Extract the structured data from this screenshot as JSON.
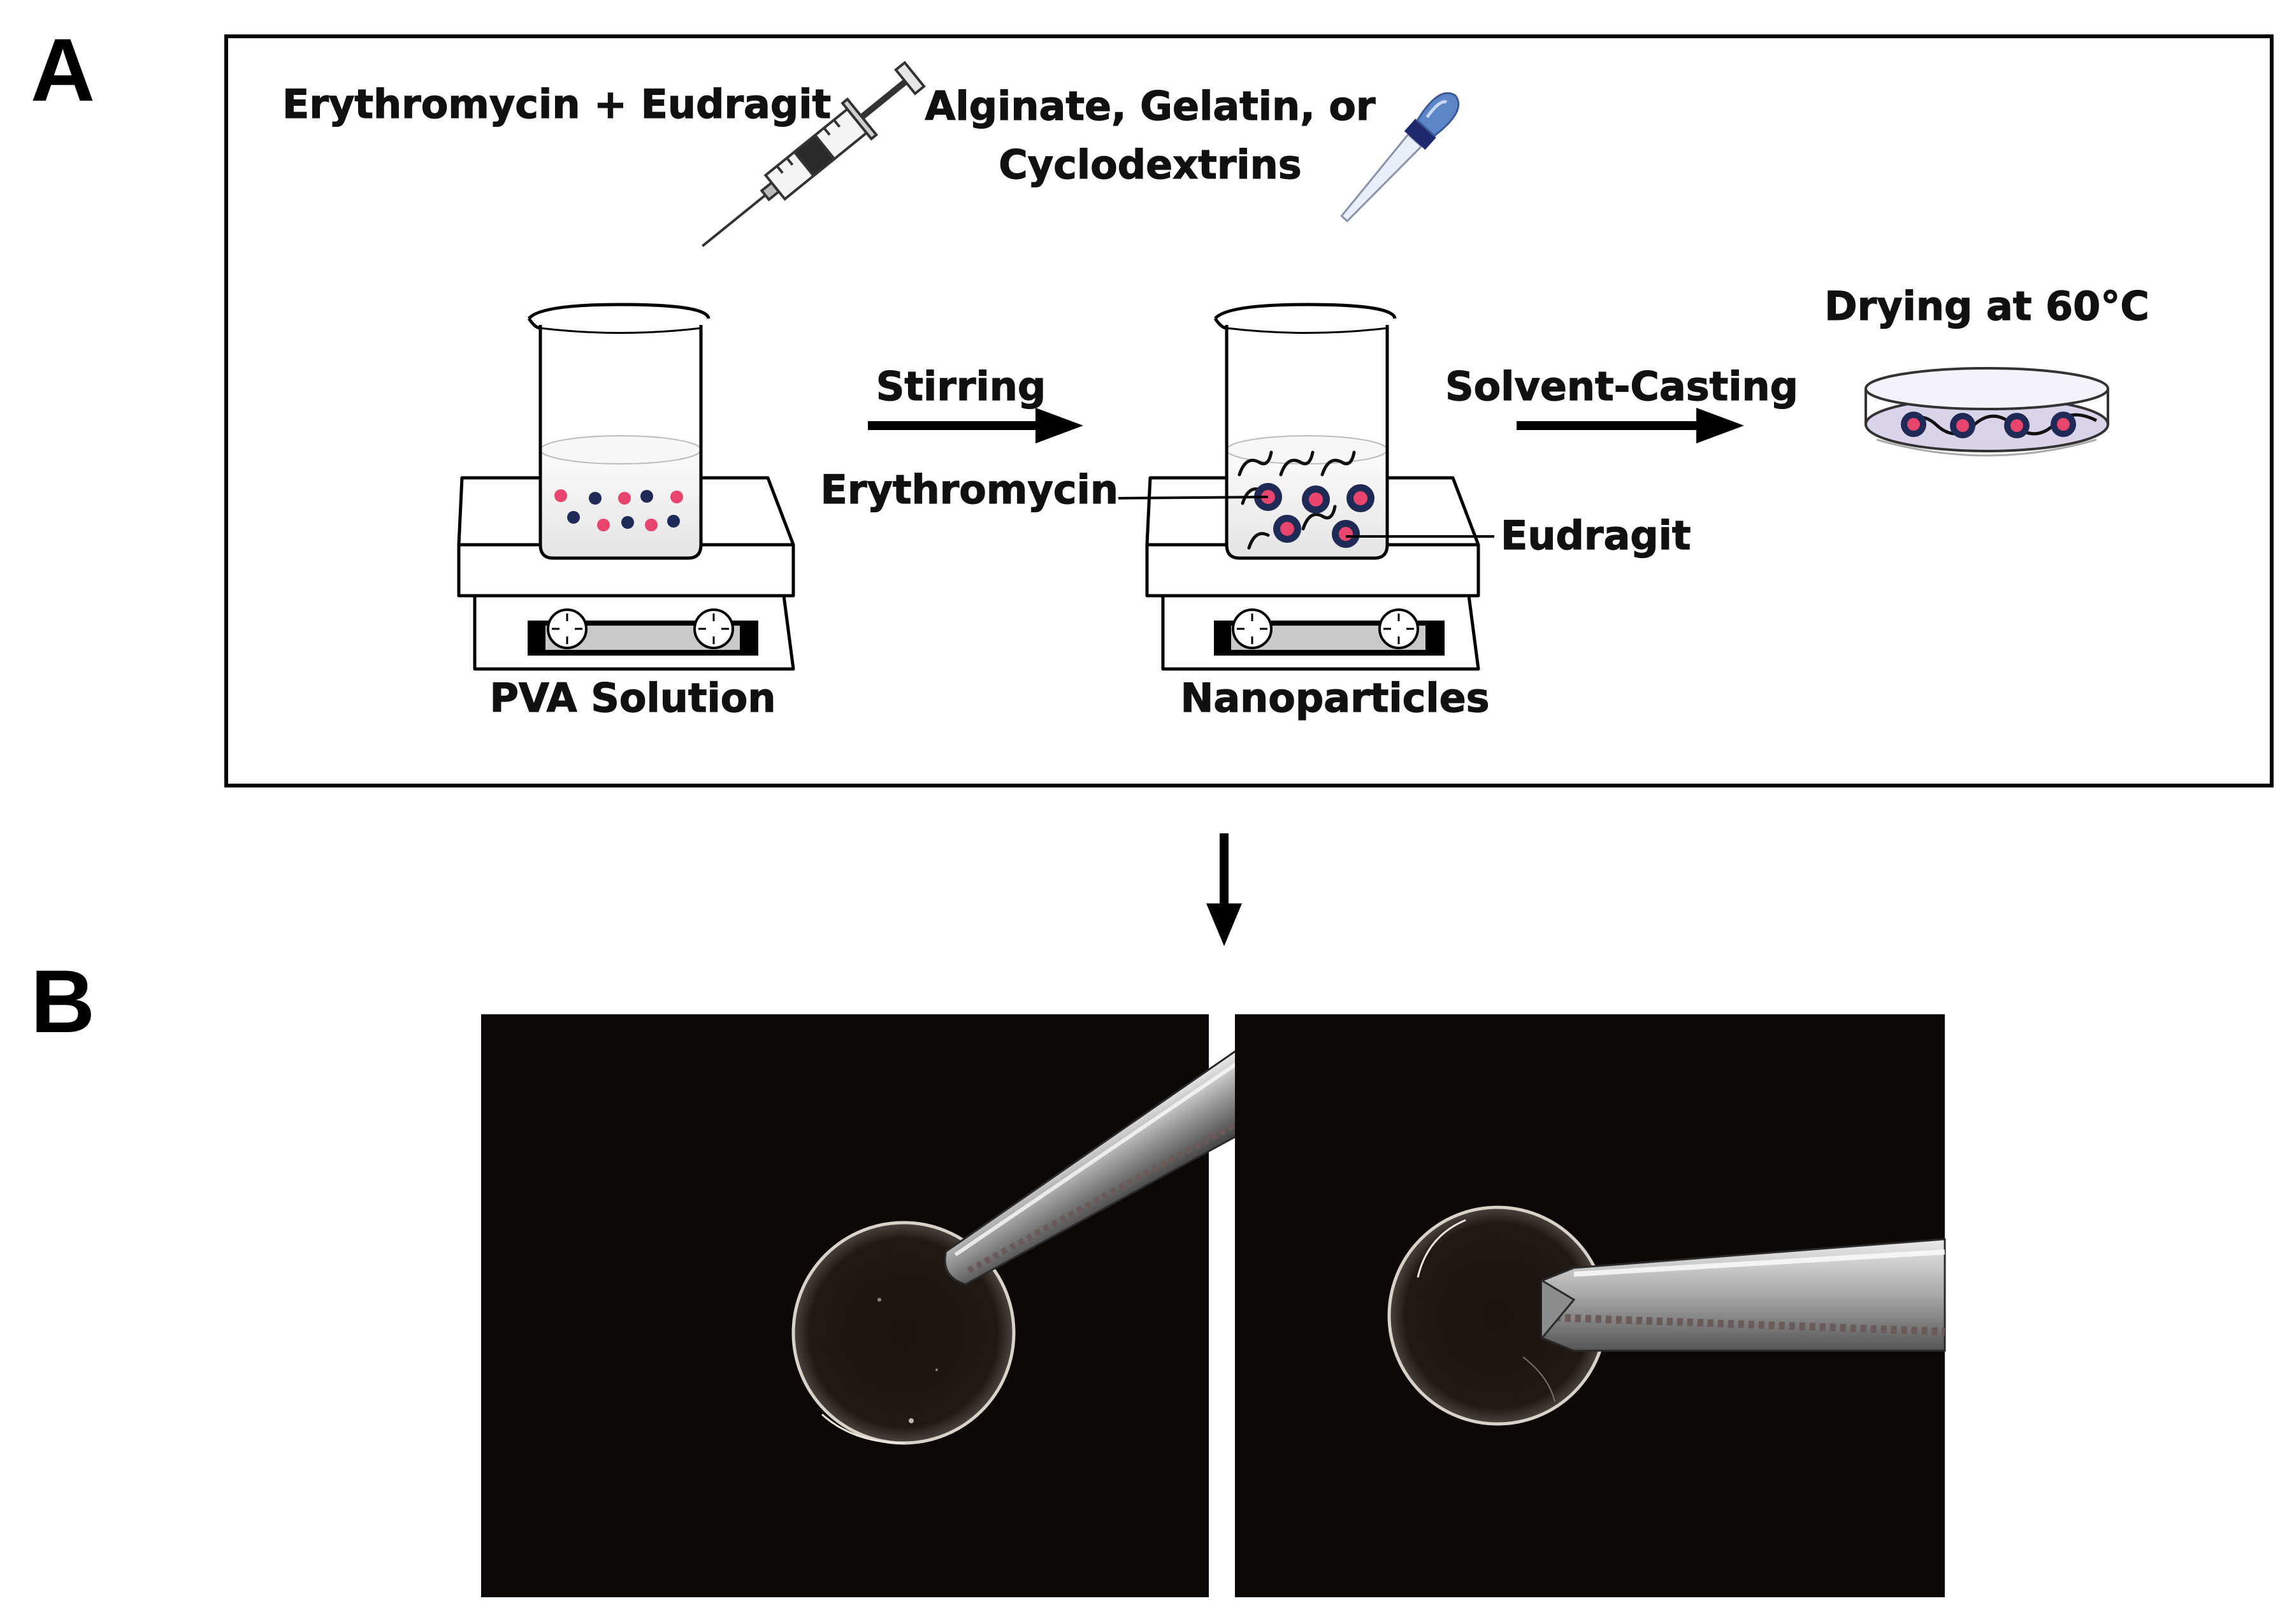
{
  "panels": {
    "a_letter": "A",
    "b_letter": "B"
  },
  "labels": {
    "syringe_text": "Erythromycin + Eudragit",
    "dropper_text_1": "Alginate, Gelatin, or",
    "dropper_text_2": "Cyclodextrins",
    "step_1": "Stirring",
    "step_2": "Solvent-Casting",
    "drying": "Drying at 60°C",
    "beaker_1": "PVA Solution",
    "beaker_2": "Nanoparticles",
    "callout_erythromycin": "Erythromycin",
    "callout_eudragit": "Eudragit"
  },
  "colors": {
    "erythromycin_dot": "#e8456e",
    "eudragit_dot": "#1f2a56",
    "photo_bg": "#0b0807",
    "petri_fill": "#d9d4ea"
  }
}
